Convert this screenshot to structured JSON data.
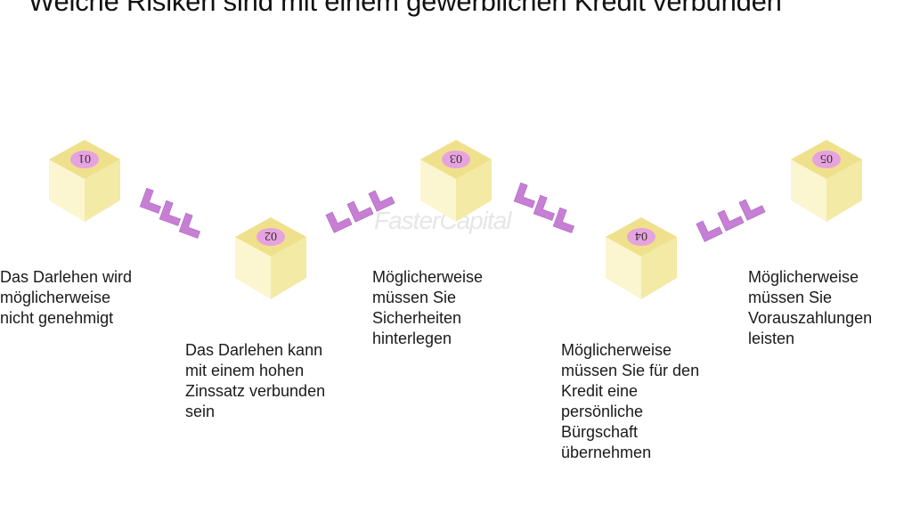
{
  "slide": {
    "title": "Welche Risiken sind mit einem gewerblichen Kredit verbunden",
    "watermark": "FasterCapital"
  },
  "colors": {
    "cube_top": "#efe08c",
    "cube_left": "#fbf6cf",
    "cube_right": "#f3eaa6",
    "badge": "#e6a3df",
    "chevron": "#c77fd6"
  },
  "steps": [
    {
      "number": "01",
      "lines": [
        "Das Darlehen wird",
        "möglicherweise",
        "nicht genehmigt"
      ]
    },
    {
      "number": "02",
      "lines": [
        "Das Darlehen kann",
        "mit einem hohen",
        "Zinssatz verbunden",
        "sein"
      ]
    },
    {
      "number": "03",
      "lines": [
        "Möglicherweise",
        "müssen Sie",
        "Sicherheiten",
        "hinterlegen"
      ]
    },
    {
      "number": "04",
      "lines": [
        "Möglicherweise",
        "müssen Sie für den",
        "Kredit eine",
        "persönliche",
        "Bürgschaft",
        "übernehmen"
      ]
    },
    {
      "number": "05",
      "lines": [
        "Möglicherweise",
        "müssen Sie",
        "Vorauszahlungen",
        "leisten"
      ]
    }
  ]
}
